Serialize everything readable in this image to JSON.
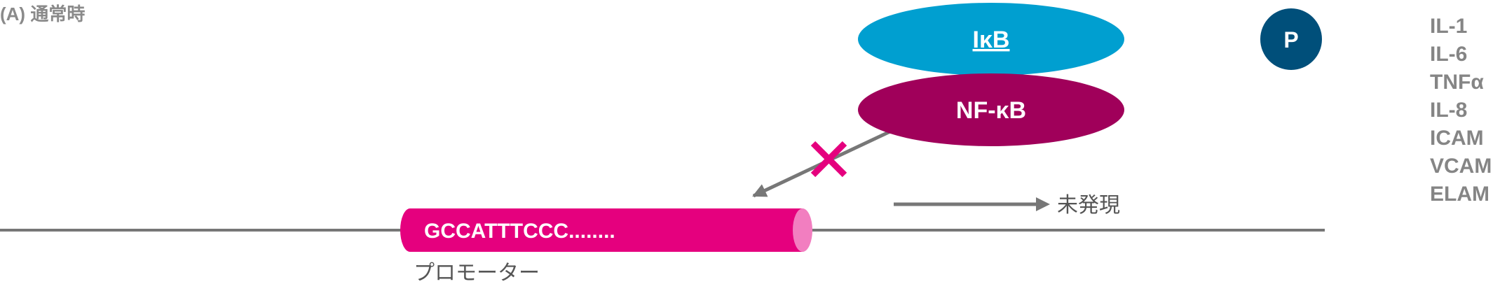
{
  "panel_label": "(A) 通常時",
  "ikb_label": "IκB",
  "nfkb_label": "NF-κB",
  "p_badge": "P",
  "promoter_sequence": "GCCATTTCCC........",
  "promoter_label": "プロモーター",
  "no_expression_label": "未発現",
  "genes": [
    "IL-1",
    "IL-6",
    "TNFα",
    "IL-8",
    "ICAM",
    "VCAM",
    "ELAM"
  ],
  "colors": {
    "ikb": "#009fd0",
    "nfkb": "#a0005a",
    "promoter": "#e5007e",
    "promoter_cap": "#f27ec0",
    "block_mark": "#e5007e",
    "p_badge": "#004f7a",
    "line": "#777777",
    "gene_text": "#858585"
  }
}
